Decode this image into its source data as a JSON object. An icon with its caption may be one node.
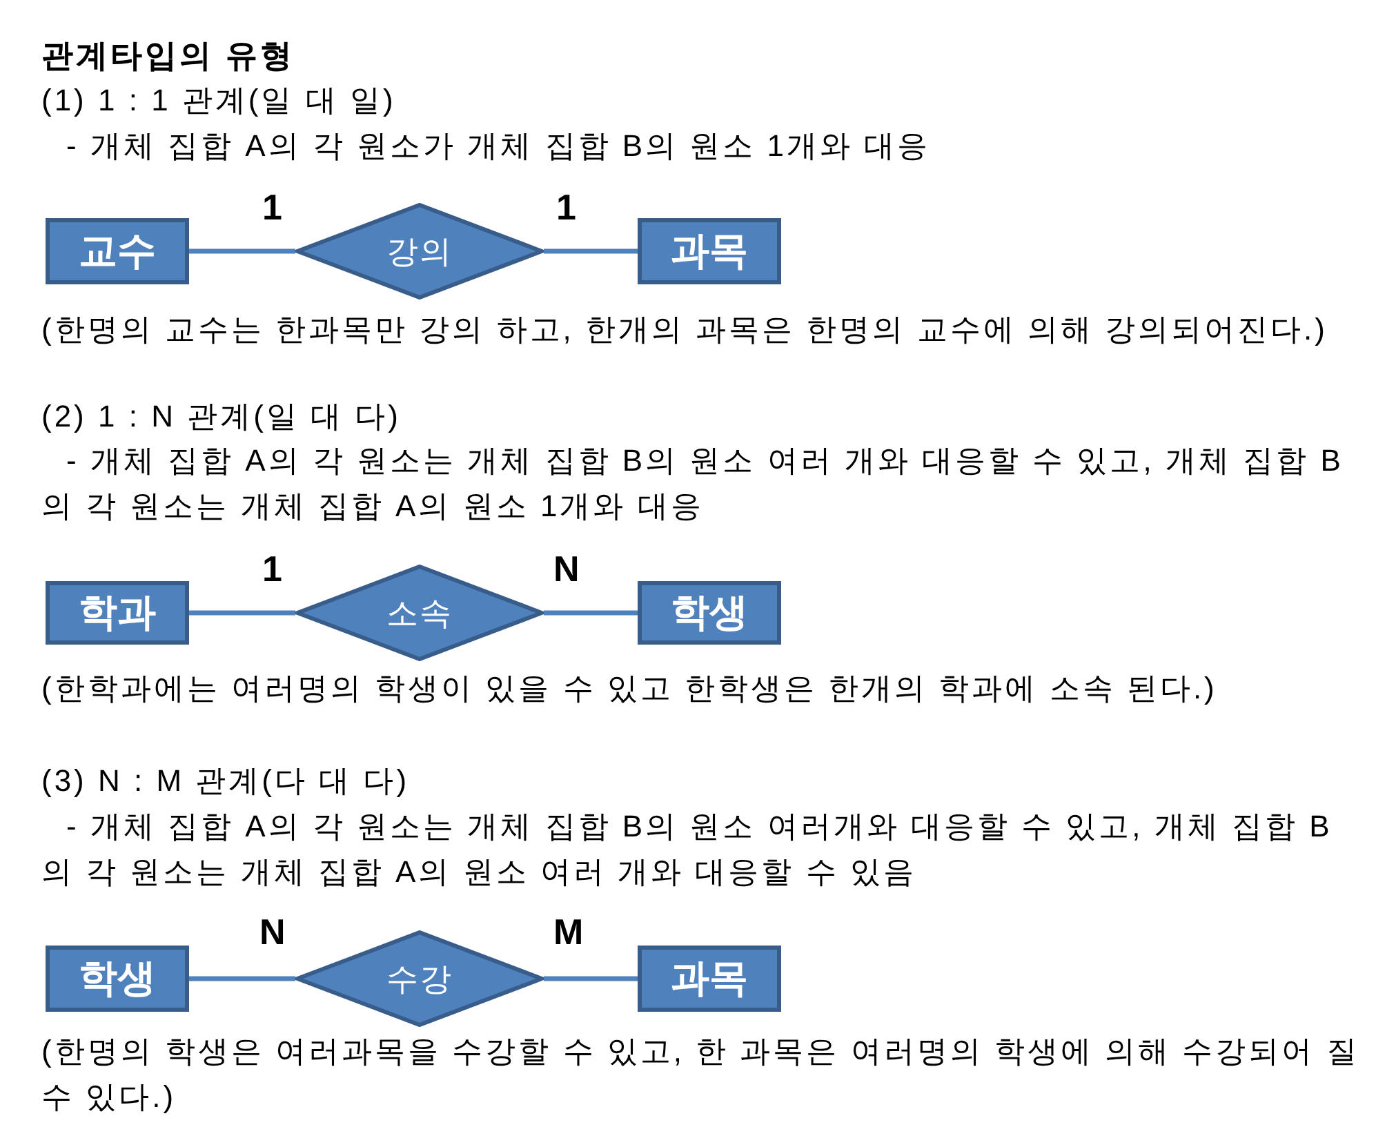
{
  "diagram": {
    "title": "관계타입의 유형",
    "nodes": [
      {
        "text": [
          "교수"
        ]
      },
      {
        "text": [
          "강의"
        ]
      },
      {
        "text": [
          "과목"
        ]
      },
      {
        "text": [
          "학과"
        ]
      },
      {
        "text": [
          "소속"
        ]
      },
      {
        "text": [
          "학생"
        ]
      },
      {
        "text": [
          "학생"
        ]
      },
      {
        "text": [
          "수강"
        ]
      },
      {
        "text": [
          "과목"
        ]
      }
    ],
    "edges": [
      {
        "from": 0,
        "to": 1,
        "arrow": "none",
        "label": "1"
      },
      {
        "from": 1,
        "to": 2,
        "arrow": "none",
        "label": "1"
      },
      {
        "from": 3,
        "to": 4,
        "arrow": "none",
        "label": "1"
      },
      {
        "from": 4,
        "to": 5,
        "arrow": "none",
        "label": "N"
      },
      {
        "from": 6,
        "to": 7,
        "arrow": "none",
        "label": "N"
      },
      {
        "from": 7,
        "to": 8,
        "arrow": "none",
        "label": "M"
      }
    ],
    "labels": [
      "(1) 1 : 1 관계(일 대 일)",
      "- 개체 집합 A의 각 원소가 개체 집합 B의 원소 1개와 대응",
      "(한명의 교수는 한과목만 강의 하고, 한개의 과목은 한명의 교수에 의해 강의되어진다.)",
      "(2) 1 : N 관계(일 대 다)",
      "- 개체 집합 A의 각 원소는 개체 집합 B의 원소 여러 개와 대응할 수 있고, 개체 집합 B의 각 원소는 개체 집합 A의 원소 1개와 대응",
      "(한학과에는 여러명의 학생이 있을 수 있고 한학생은 한개의 학과에 소속 된다.)",
      "(3) N : M 관계(다 대 다)",
      "- 개체 집합 A의 각 원소는 개체 집합 B의 원소 여러개와 대응할 수 있고, 개체 집합 B의 각 원소는 개체 집합 A의 원소 여러 개와 대응할 수 있음",
      "(한명의 학생은 여러과목을 수강할 수 있고, 한 과목은 여러명의 학생에 의해 수강되어 질 수 있다.)"
    ]
  }
}
